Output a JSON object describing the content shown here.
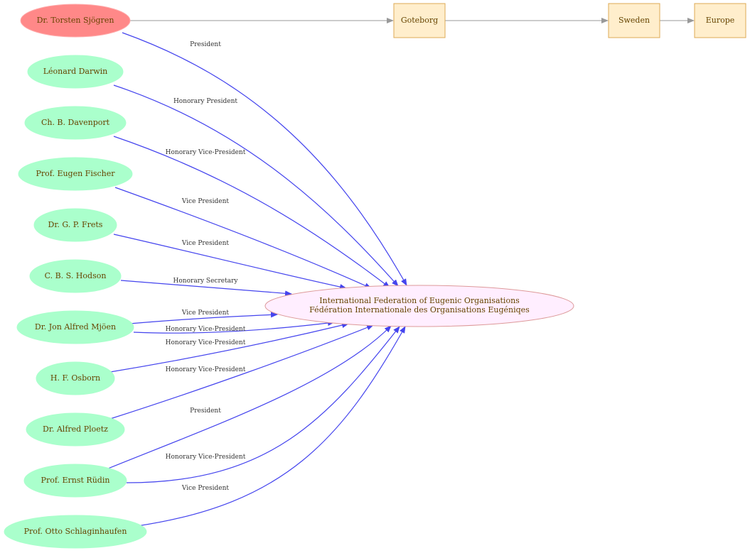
{
  "colors": {
    "person_fill": "#aaffcc",
    "person_stroke": "#aaffcc",
    "lead_fill": "#ff8888",
    "lead_stroke": "#ffaaaa",
    "place_fill": "#ffeecc",
    "place_stroke": "#ddaa55",
    "org_fill": "#ffeeff",
    "org_stroke": "#dd9999",
    "node_text": "#664400",
    "edge_blue": "#4444ee",
    "edge_gray": "#999999",
    "edge_label": "#333333"
  },
  "nodes": {
    "sjogren": "Dr. Torsten Sjögren",
    "goteborg": "Goteborg",
    "sweden": "Sweden",
    "europe": "Europe",
    "darwin": "Léonard Darwin",
    "davenport": "Ch. B. Davenport",
    "fischer": "Prof. Eugen Fischer",
    "frets": "Dr. G. P. Frets",
    "hodson": "C. B. S. Hodson",
    "mjoen": "Dr. Jon Alfred Mjöen",
    "osborn": "H. F. Osborn",
    "ploetz": "Dr. Alfred Ploetz",
    "rudin": "Prof. Ernst Rüdin",
    "schlaginhaufen": "Prof. Otto Schlaginhaufen",
    "org_line1": "International Federation of Eugenic Organisations",
    "org_line2": "Fédération Internationale des Organisations Eugéniqes"
  },
  "edges": {
    "sjogren": "President",
    "darwin": "Honorary President",
    "davenport": "Honorary Vice-President",
    "fischer": "Vice President",
    "frets": "Vice President",
    "hodson": "Honorary Secretary",
    "mjoen_a": "Vice President",
    "mjoen_b": "Honorary Vice-President",
    "osborn": "Honorary Vice-President",
    "ploetz": "Honorary Vice-President",
    "rudin_a": "President",
    "rudin_b": "Honorary Vice-President",
    "schlaginhaufen": "Vice President"
  }
}
